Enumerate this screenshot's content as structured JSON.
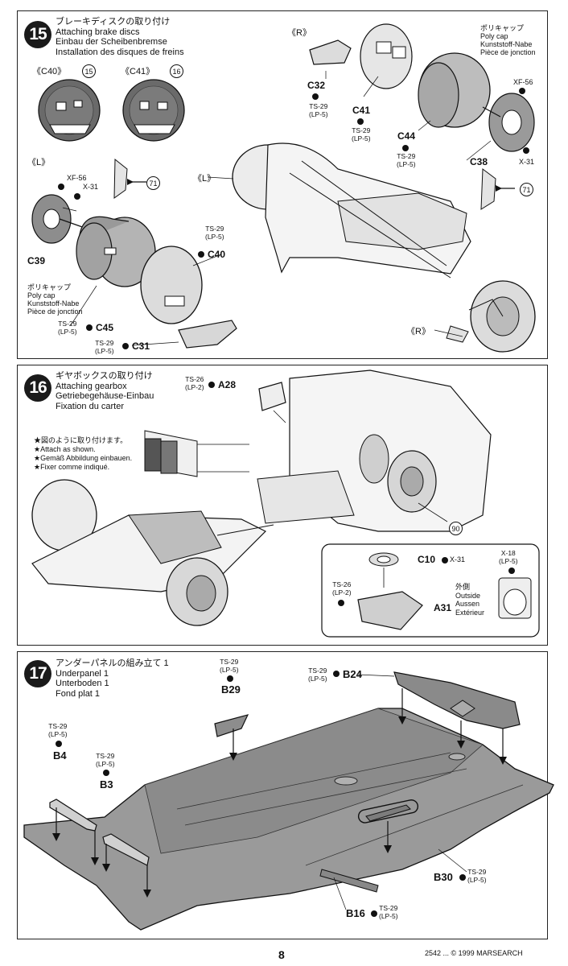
{
  "step15": {
    "number": "15",
    "title_jp": "ブレーキディスクの取り付け",
    "title_en": "Attaching brake discs",
    "title_de": "Einbau der Scheibenbremse",
    "title_fr": "Installation des disques de freins",
    "c40_tag": "《C40》",
    "c40_ref": "15",
    "c41_tag": "《C41》",
    "c41_ref": "16",
    "left_tag": "《L》",
    "right_tag": "《R》",
    "left_tag2": "《L》",
    "right_tag2": "《R》",
    "xf56_a": "XF-56",
    "x31_a": "X-31",
    "ref71_a": "71",
    "c39": "C39",
    "polycap_jp_a": "ポリキャップ",
    "polycap_en_a": "Poly cap",
    "polycap_de_a": "Kunststoff-Nabe",
    "polycap_fr_a": "Pièce de jonction",
    "ts29_c45": "TS-29",
    "lp5_c45": "(LP-5)",
    "c45": "C45",
    "ts29_c31": "TS-29",
    "lp5_c31": "(LP-5)",
    "c31": "C31",
    "ts29_c40": "TS-29",
    "lp5_c40": "(LP-5)",
    "c40": "C40",
    "c32": "C32",
    "ts29_c32": "TS-29",
    "lp5_c32": "(LP-5)",
    "c41": "C41",
    "ts29_c41": "TS-29",
    "lp5_c41": "(LP-5)",
    "c44": "C44",
    "ts29_c44": "TS-29",
    "lp5_c44": "(LP-5)",
    "polycap_jp_b": "ポリキャップ",
    "polycap_en_b": "Poly cap",
    "polycap_de_b": "Kunststoff-Nabe",
    "polycap_fr_b": "Pièce de jonction",
    "xf56_b": "XF-56",
    "c38": "C38",
    "x31_b": "X-31",
    "ref71_b": "71"
  },
  "step16": {
    "number": "16",
    "title_jp": "ギヤボックスの取り付け",
    "title_en": "Attaching gearbox",
    "title_de": "Getriebegehäuse-Einbau",
    "title_fr": "Fixation du carter",
    "note_jp": "★図のように取り付けます。",
    "note_en": "★Attach as shown.",
    "note_de": "★Gemäß Abbildung einbauen.",
    "note_fr": "★Fixer comme indiqué.",
    "ts26_a28": "TS-26",
    "lp2_a28": "(LP-2)",
    "a28": "A28",
    "ref90": "90",
    "c10": "C10",
    "x31": "X-31",
    "ts26_a31": "TS-26",
    "lp2_a31": "(LP-2)",
    "a31": "A31",
    "x18": "X-18",
    "lp5_x18": "(LP-5)",
    "outside_jp": "外側",
    "outside_en": "Outside",
    "outside_de": "Aussen",
    "outside_fr": "Extérieur"
  },
  "step17": {
    "number": "17",
    "title_jp": "アンダーパネルの組み立て 1",
    "title_en": "Underpanel 1",
    "title_de": "Unterboden 1",
    "title_fr": "Fond plat 1",
    "ts29_b29": "TS-29",
    "lp5_b29": "(LP-5)",
    "b29": "B29",
    "ts29_b24": "TS-29",
    "lp5_b24": "(LP-5)",
    "b24": "B24",
    "ts29_b4": "TS-29",
    "lp5_b4": "(LP-5)",
    "b4": "B4",
    "ts29_b3": "TS-29",
    "lp5_b3": "(LP-5)",
    "b3": "B3",
    "b30": "B30",
    "ts29_b30": "TS-29",
    "lp5_b30": "(LP-5)",
    "b16": "B16",
    "ts29_b16": "TS-29",
    "lp5_b16": "(LP-5)"
  },
  "footer": {
    "page": "8",
    "code": "2542 ... © 1999 MARSEARCH"
  }
}
